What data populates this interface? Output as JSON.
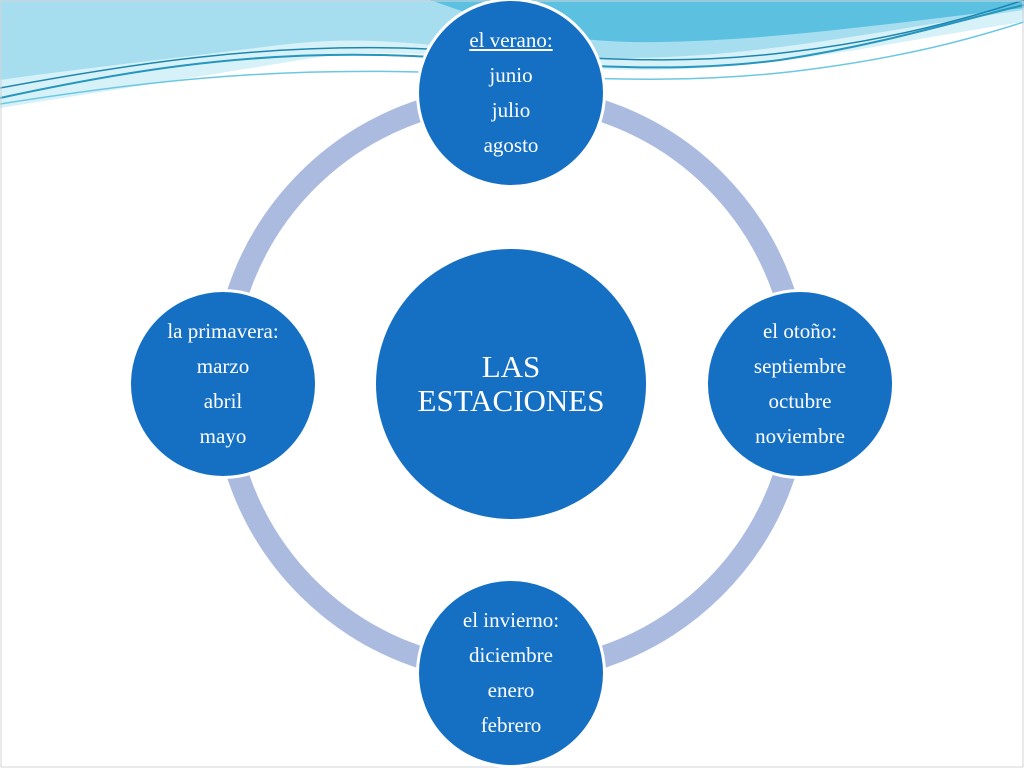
{
  "colors": {
    "node_fill": "#1570c4",
    "ring": "#abbbe0",
    "wave_light": "#cdeff7",
    "wave_mid": "#8fd6eb",
    "wave_dark": "#2aa4c8",
    "text": "#ffffff"
  },
  "center": {
    "lines": [
      "LAS",
      "ESTACIONES"
    ]
  },
  "seasons": [
    {
      "key": "summer",
      "title": "el verano:",
      "underlined": true,
      "months": [
        "junio",
        "julio",
        "agosto"
      ]
    },
    {
      "key": "autumn",
      "title": "el otoño:",
      "underlined": false,
      "months": [
        "septiembre",
        "octubre",
        "noviembre"
      ]
    },
    {
      "key": "winter",
      "title": "el invierno:",
      "underlined": false,
      "months": [
        "diciembre",
        "enero",
        "febrero"
      ]
    },
    {
      "key": "spring",
      "title": "la primavera:",
      "underlined": false,
      "months": [
        "marzo",
        "abril",
        "mayo"
      ]
    }
  ]
}
